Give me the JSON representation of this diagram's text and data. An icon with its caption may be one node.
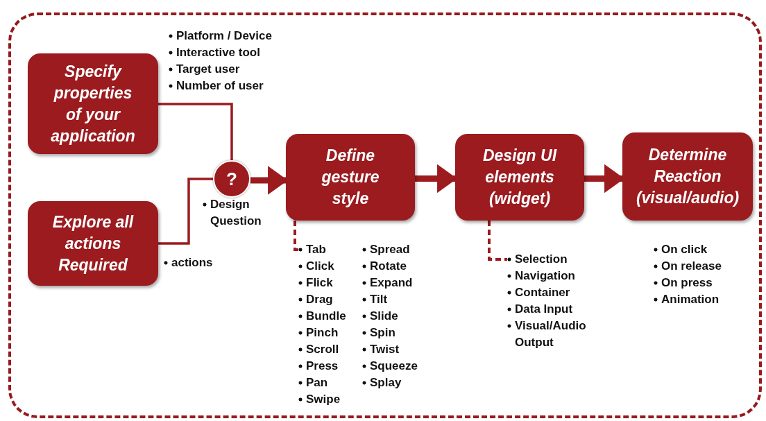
{
  "diagram": {
    "nodes": [
      {
        "text": [],
        "shape": "box"
      },
      {
        "text": [
          "Specify properties of your application"
        ],
        "in": 0,
        "beside": [
          "Platform / Device",
          "Interactive tool",
          "Target user",
          "Number of user"
        ]
      },
      {
        "text": [
          "Explore all actions Required"
        ],
        "in": 0,
        "beside": [
          "actions"
        ]
      },
      {
        "text": [
          "?"
        ],
        "in": 0,
        "beside": [
          "Design Question"
        ]
      },
      {
        "text": [
          "Define gesture style"
        ],
        "in": 0
      },
      {
        "text": [
          "Tab",
          "Click",
          "Flick",
          "Drag",
          "Bundle",
          "Pinch",
          "Scroll",
          "Press",
          "Pan",
          "Swipe",
          "Spread",
          "Rotate",
          "Expand",
          "Tilt",
          "Slide",
          "Spin",
          "Twist",
          "Squeeze",
          "Splay"
        ],
        "in": 0
      },
      {
        "text": [
          "Design UI elements (widget)"
        ],
        "in": 0
      },
      {
        "text": [
          "Selection",
          "Navigation",
          "Container",
          "Data Input",
          "Visual/Audio Output"
        ],
        "in": 0
      },
      {
        "text": [
          "Determine Reaction (visual/audio)"
        ],
        "in": 0,
        "beside": [
          "On click",
          "On release",
          "On press",
          "Animation"
        ]
      }
    ],
    "edges": [
      {
        "from": 1,
        "to": 3,
        "arrow": "none"
      },
      {
        "from": 2,
        "to": 3,
        "arrow": "none"
      },
      {
        "from": 3,
        "to": 4,
        "arrow": "to",
        "style": "thick"
      },
      {
        "from": 4,
        "to": 6,
        "arrow": "to",
        "style": "thick"
      },
      {
        "from": 6,
        "to": 8,
        "arrow": "to",
        "style": "thick"
      },
      {
        "from": 4,
        "to": 5,
        "arrow": "none",
        "style": "dashed"
      },
      {
        "from": 6,
        "to": 7,
        "arrow": "none",
        "style": "dashed"
      }
    ]
  }
}
